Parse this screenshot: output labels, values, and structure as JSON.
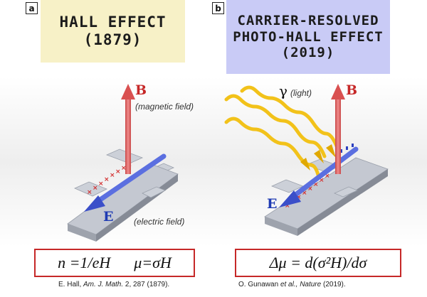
{
  "panel_a": {
    "letter": "a",
    "title_line1": "HALL EFFECT",
    "title_line2": "(1879)",
    "b_symbol": "B",
    "b_caption": "(magnetic field)",
    "e_symbol": "E",
    "e_caption": "(electric field)",
    "equation": "n =1/eH      μ=σH",
    "reference_author": "E. Hall,",
    "reference_journal": "Am. J. Math.",
    "reference_rest": "2, 287 (1879)."
  },
  "panel_b": {
    "letter": "b",
    "title_line1": "CARRIER-RESOLVED",
    "title_line2": "PHOTO-HALL EFFECT",
    "title_line3": "(2019)",
    "gamma_symbol": "γ",
    "gamma_caption": "(light)",
    "b_symbol": "B",
    "e_symbol": "E",
    "equation": "Δμ = d(σ²H)/dσ",
    "reference_author": "O. Gunawan",
    "reference_etal": "et al.,",
    "reference_journal": "Nature",
    "reference_rest": "(2019)."
  },
  "colors": {
    "title_a_bg": "#f7f1c7",
    "title_b_bg": "#c9cbf6",
    "magnetic_arrow": "#e06b6b",
    "electric_arrow": "#5b6fe0",
    "light_wave": "#f2c21a",
    "equation_border": "#c62828",
    "hall_bar": "#b5b9c4"
  }
}
